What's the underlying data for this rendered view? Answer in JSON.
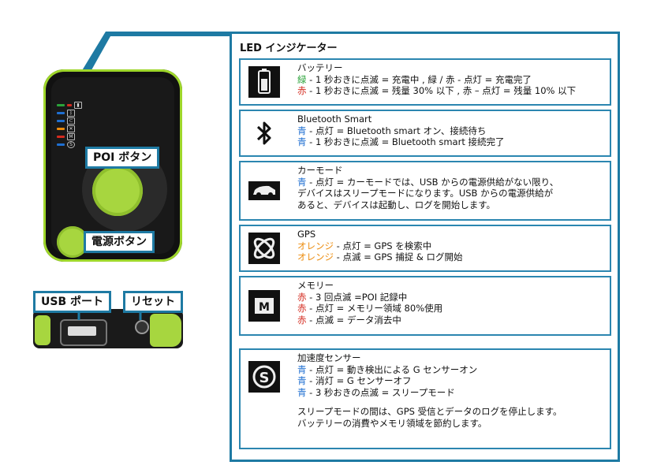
{
  "labels": {
    "poi_button": "POI ボタン",
    "power_button": "電源ボタン",
    "usb_port": "USB ポート",
    "reset": "リセット"
  },
  "panel": {
    "title": "LED インジケーター",
    "battery": {
      "title": "バッテリー",
      "l1_color": "緑",
      "l1_rest": " - 1 秒おきに点滅 = 充電中 , 緑 / 赤 - 点灯 = 充電完了",
      "l2_color": "赤",
      "l2_rest": " - 1 秒おきに点滅 = 残量 30% 以下 , 赤 – 点灯 = 残量 10% 以下"
    },
    "bluetooth": {
      "title": "Bluetooth Smart",
      "l1_color": "青",
      "l1_rest": " - 点灯 = Bluetooth smart オン、接続待ち",
      "l2_color": "青",
      "l2_rest": " - 1 秒おきに点滅 = Bluetooth smart 接続完了"
    },
    "car": {
      "title": "カーモード",
      "l1_color": "青",
      "l1_rest": " - 点灯 = カーモードでは、USB からの電源供給がない限り、",
      "l2": "デバイスはスリープモードになります。USB からの電源供給が",
      "l3": "あると、デバイスは起動し、ログを開始します。"
    },
    "gps": {
      "title": "GPS",
      "l1_color": "オレンジ",
      "l1_rest": " - 点灯 = GPS を検索中",
      "l2_color": "オレンジ",
      "l2_rest": " - 点滅 = GPS 捕捉 & ログ開始"
    },
    "memory": {
      "title": "メモリー",
      "l1_color": "赤",
      "l1_rest": " - 3 回点滅 =POI 記録中",
      "l2_color": "赤",
      "l2_rest": " - 点灯 = メモリー領域 80%使用",
      "l3_color": "赤",
      "l3_rest": " - 点滅 = データ消去中"
    },
    "accel": {
      "title": "加速度センサー",
      "l1_color": "青",
      "l1_rest": " - 点灯 = 動き検出による G センサーオン",
      "l2_color": "青",
      "l2_rest": " - 消灯 = G センサーオフ",
      "l3_color": "青",
      "l3_rest": " - 3 秒おきの点滅 = スリープモード",
      "note1": "スリープモードの間は、GPS 受信とデータのログを停止します。",
      "note2": "バッテリーの消費やメモリ領域を節約します。"
    }
  },
  "colors": {
    "frame": "#1e7aa3",
    "green": "#2ba33a",
    "red": "#d42b1f",
    "blue": "#1f6fd1",
    "orange": "#ec8b0c",
    "device_accent": "#a7d63f"
  }
}
